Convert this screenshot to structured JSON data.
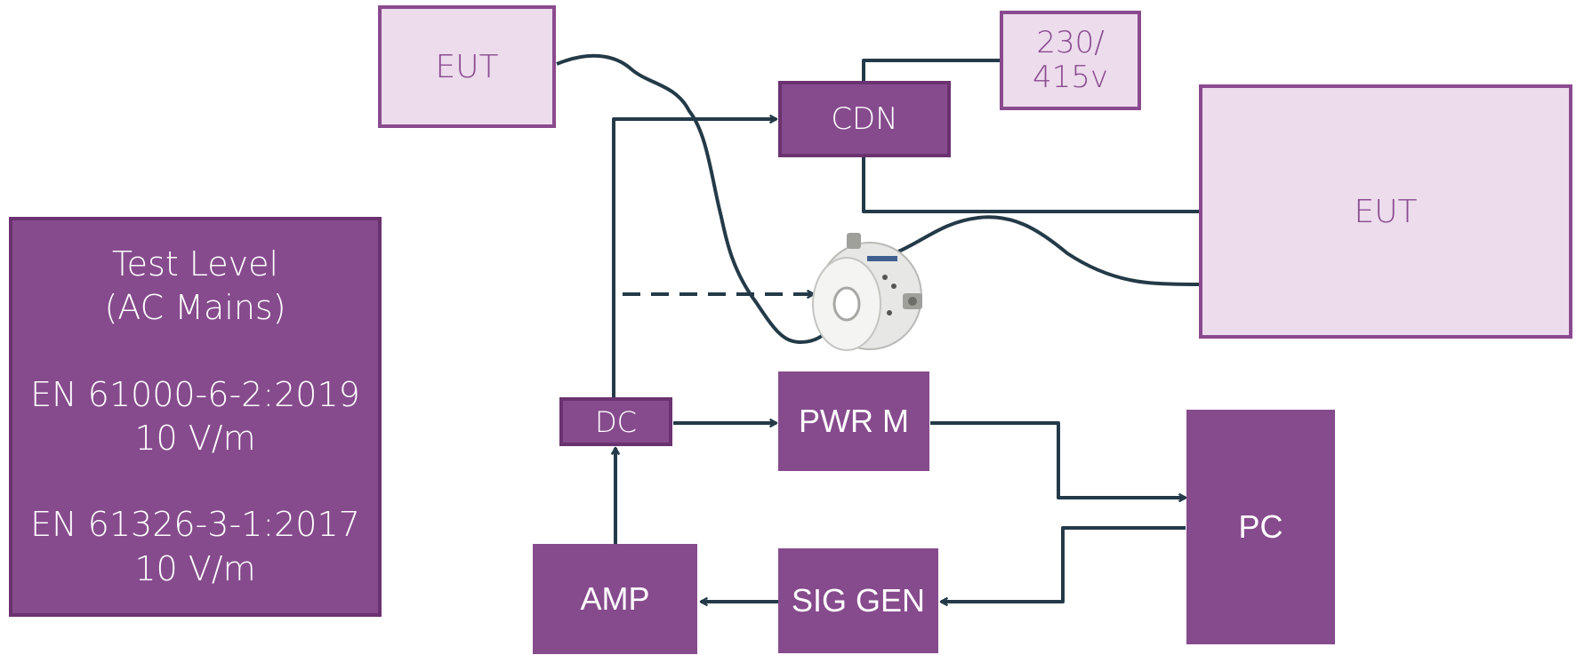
{
  "diagram": {
    "colors": {
      "box_fill": "#864b8d",
      "box_border": "#6b3270",
      "light_fill": "#ecdcec",
      "light_border": "#8a4a8f",
      "wire": "#243a48",
      "text_dark": "#8a4a8f",
      "text_light": "#ffffff"
    },
    "nodes": {
      "eut_small": "EUT",
      "supply_line1": "230/",
      "supply_line2": "415v",
      "cdn": "CDN",
      "eut_large": "EUT",
      "dc": "DC",
      "pwr_m": "PWR M",
      "pc": "PC",
      "amp": "AMP",
      "sig_gen": "SIG GEN",
      "current_clamp_icon": "current-clamp-icon"
    },
    "test_level": {
      "title_line1": "Test Level",
      "title_line2": "(AC Mains)",
      "standard1": "EN 61000-6-2:2019",
      "level1": "10 V/m",
      "standard2": "EN 61326-3-1:2017",
      "level2": "10 V/m"
    }
  }
}
